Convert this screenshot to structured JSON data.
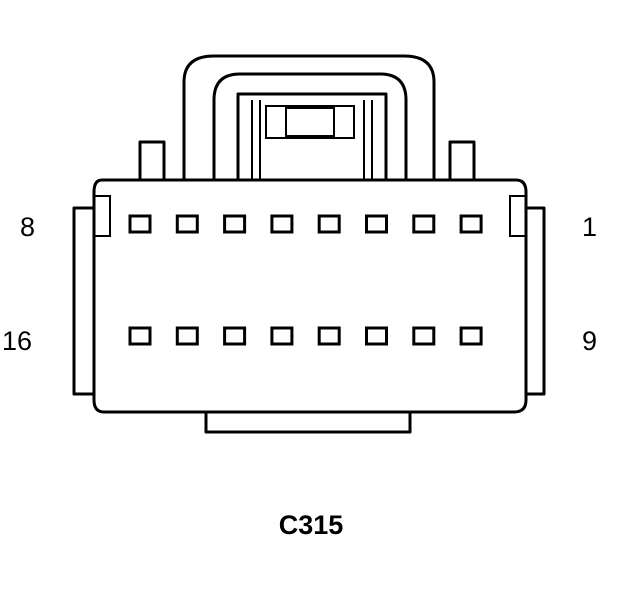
{
  "diagram": {
    "connector_id": "C315",
    "pin_labels": {
      "top_left": "8",
      "top_right": "1",
      "bottom_left": "16",
      "bottom_right": "9"
    },
    "rows": [
      {
        "name": "top-row",
        "pins": [
          8,
          7,
          6,
          5,
          4,
          3,
          2,
          1
        ]
      },
      {
        "name": "bottom-row",
        "pins": [
          16,
          15,
          14,
          13,
          12,
          11,
          10,
          9
        ]
      }
    ],
    "colors": {
      "line": "#000000",
      "background": "#ffffff"
    }
  }
}
